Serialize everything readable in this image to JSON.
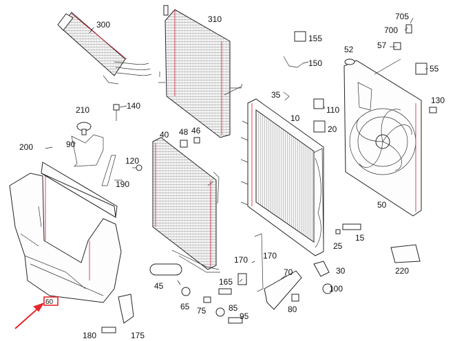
{
  "labels": [
    {
      "id": "300",
      "text": "300"
    },
    {
      "id": "310",
      "text": "310"
    },
    {
      "id": "705",
      "text": "705"
    },
    {
      "id": "700",
      "text": "700"
    },
    {
      "id": "155",
      "text": "155"
    },
    {
      "id": "57",
      "text": "57"
    },
    {
      "id": "52",
      "text": "52"
    },
    {
      "id": "150",
      "text": "150"
    },
    {
      "id": "55",
      "text": "55"
    },
    {
      "id": "35",
      "text": "35"
    },
    {
      "id": "110",
      "text": "110"
    },
    {
      "id": "210",
      "text": "210"
    },
    {
      "id": "140",
      "text": "140"
    },
    {
      "id": "10",
      "text": "10"
    },
    {
      "id": "130",
      "text": "130"
    },
    {
      "id": "20",
      "text": "20"
    },
    {
      "id": "40",
      "text": "40"
    },
    {
      "id": "48",
      "text": "48"
    },
    {
      "id": "46",
      "text": "46"
    },
    {
      "id": "200",
      "text": "200"
    },
    {
      "id": "90",
      "text": "90"
    },
    {
      "id": "120",
      "text": "120"
    },
    {
      "id": "190",
      "text": "190"
    },
    {
      "id": "50",
      "text": "50"
    },
    {
      "id": "15",
      "text": "15"
    },
    {
      "id": "25",
      "text": "25"
    },
    {
      "id": "170a",
      "text": "170"
    },
    {
      "id": "170b",
      "text": "170"
    },
    {
      "id": "220",
      "text": "220"
    },
    {
      "id": "70",
      "text": "70"
    },
    {
      "id": "30",
      "text": "30"
    },
    {
      "id": "100",
      "text": "100"
    },
    {
      "id": "45",
      "text": "45"
    },
    {
      "id": "165",
      "text": "165"
    },
    {
      "id": "65",
      "text": "65"
    },
    {
      "id": "75",
      "text": "75"
    },
    {
      "id": "85",
      "text": "85"
    },
    {
      "id": "80",
      "text": "80"
    },
    {
      "id": "95",
      "text": "95"
    },
    {
      "id": "180",
      "text": "180"
    },
    {
      "id": "175",
      "text": "175"
    },
    {
      "id": "60",
      "text": "60"
    }
  ],
  "highlight": {
    "part": "60",
    "color": "#e3262b"
  }
}
